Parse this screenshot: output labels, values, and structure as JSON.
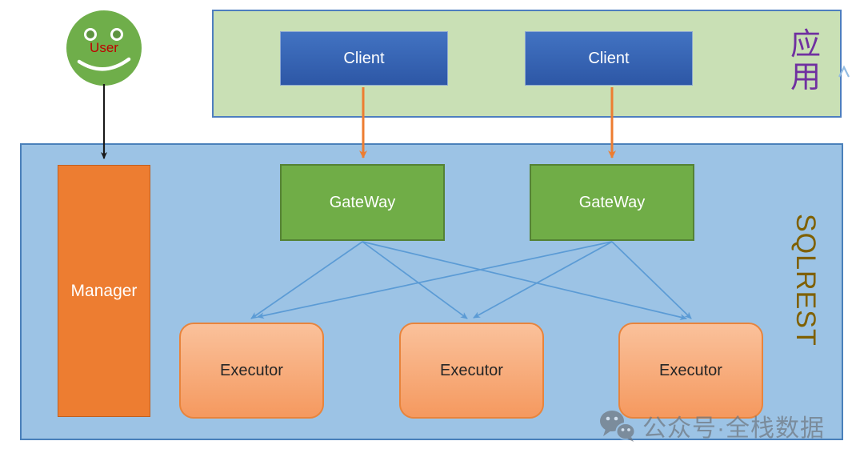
{
  "diagram": {
    "user": {
      "label": "User"
    },
    "app_layer": {
      "label": "应用",
      "clients": [
        {
          "label": "Client"
        },
        {
          "label": "Client"
        }
      ]
    },
    "sqlrest_layer": {
      "label": "SQLREST",
      "manager": {
        "label": "Manager"
      },
      "gateways": [
        {
          "label": "GateWay"
        },
        {
          "label": "GateWay"
        }
      ],
      "executors": [
        {
          "label": "Executor"
        },
        {
          "label": "Executor"
        },
        {
          "label": "Executor"
        }
      ]
    },
    "watermark": {
      "icon": "wechat-icon",
      "text": "公众号·全栈数据"
    },
    "colors": {
      "app_container_fill": "#c9e0b5",
      "container_border_blue": "#4d7ebf",
      "app_label_purple": "#7030a0",
      "client_blue": "#2f5aa8",
      "sqlrest_container_fill": "#9cc3e5",
      "sqlrest_label_olive": "#7f6000",
      "manager_orange": "#ed7d31",
      "gateway_green": "#70ad47",
      "executor_peach": "#f9a96e",
      "user_face_green": "#6fae4a",
      "user_label_red": "#c00000",
      "arrow_orange": "#ed7d31",
      "arrow_blue": "#5b9bd5",
      "arrow_black": "#1a1a1a",
      "watermark_gray": "#6f7781"
    }
  }
}
